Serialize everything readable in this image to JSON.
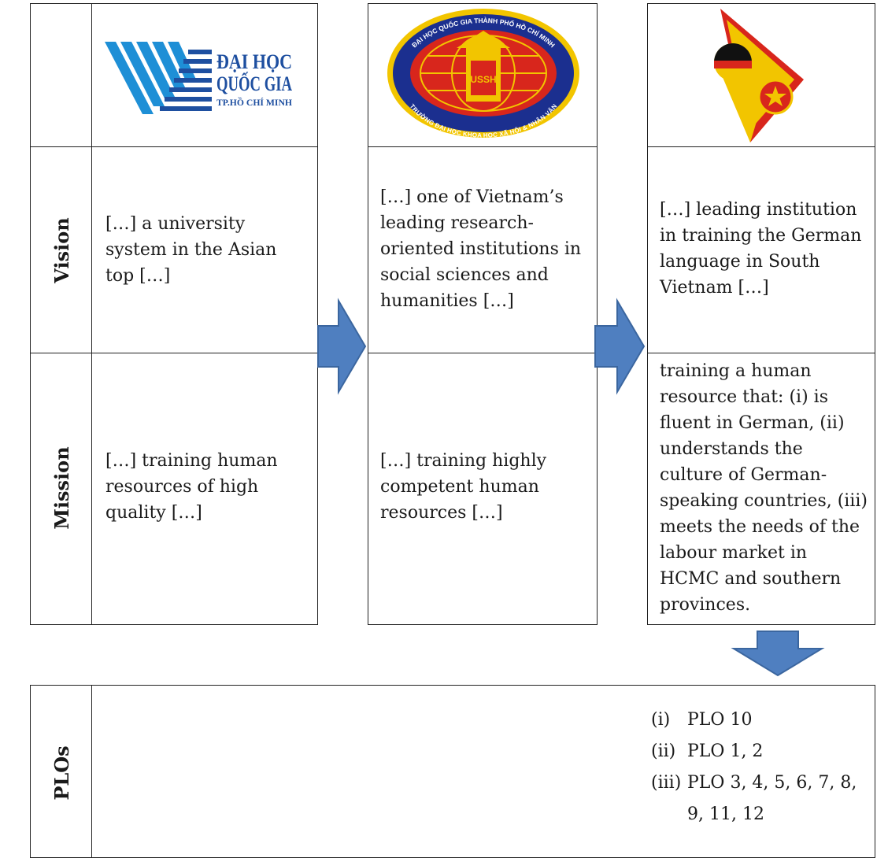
{
  "row_labels": {
    "vision": "Vision",
    "mission": "Mission",
    "plos": "PLOs"
  },
  "logos": {
    "vnu": {
      "line1": "ĐẠI HỌC",
      "line2": "QUỐC GIA",
      "line3": "TP.HỒ CHÍ MINH"
    },
    "ussh": {
      "ring_top": "ĐẠI HỌC QUỐC GIA THÀNH PHỐ HỒ CHÍ MINH",
      "ring_bottom": "TRƯỜNG ĐẠI HỌC KHOA HỌC XÃ HỘI & NHÂN VĂN",
      "center": "USSH"
    },
    "german_dept": {}
  },
  "columns": [
    {
      "vision": "[…] a university system in the Asian top […]",
      "mission": "[…] training human resources of high quality […]"
    },
    {
      "vision": "[…] one of Vietnam’s leading research-oriented institutions in social sciences and humanities […]",
      "mission": "[…] training highly competent human resources […]"
    },
    {
      "vision": "[…] leading institution in training the German language in South Vietnam […]",
      "mission": "training a human resource that: (i) is fluent in German, (ii) understands the culture of German-speaking countries, (iii) meets the needs of the labour market in HCMC and southern provinces."
    }
  ],
  "plos": [
    {
      "num": "(i)",
      "text": "PLO 10"
    },
    {
      "num": "(ii)",
      "text": "PLO 1, 2"
    },
    {
      "num": "(iii)",
      "text": "PLO 3, 4, 5, 6, 7, 8,"
    },
    {
      "num": "",
      "text": "9, 11, 12"
    }
  ],
  "colors": {
    "arrow_fill": "#4f7fc0",
    "arrow_stroke": "#3b669f",
    "logo_blue": "#1e4fa0",
    "ussh_red": "#d8261c",
    "ussh_yellow": "#f2c500"
  }
}
